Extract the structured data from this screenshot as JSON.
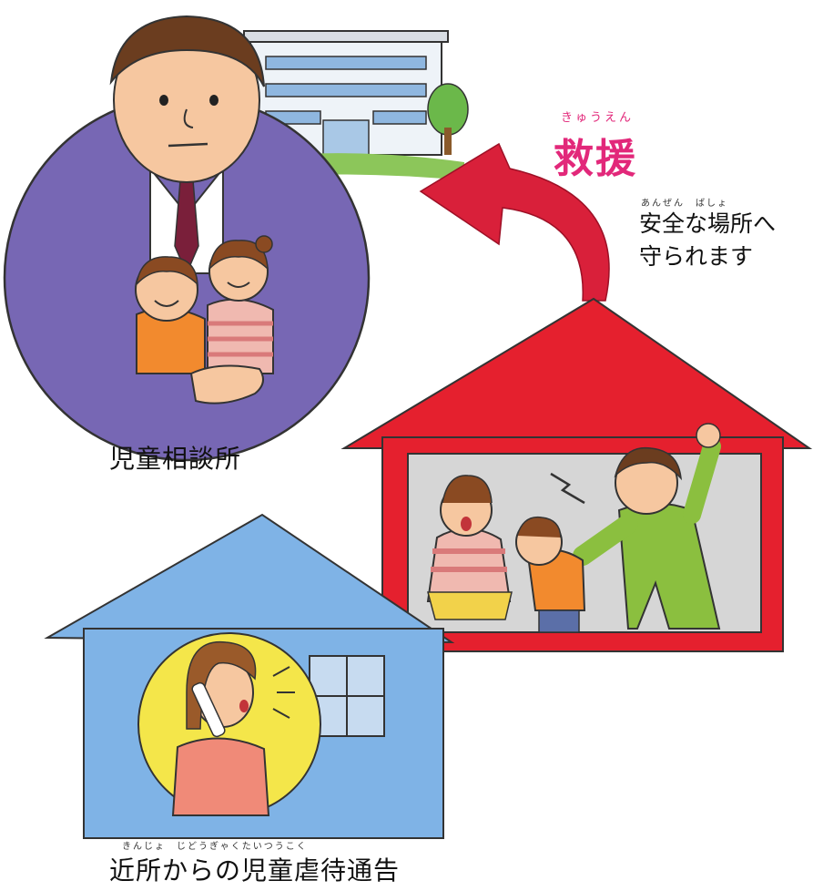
{
  "rescue": {
    "ruby": "きゅうえん",
    "title": "救援"
  },
  "safe_place": {
    "line1": "安全な場所へ",
    "line2": "守られます",
    "ruby": "あんぜん　ばしょ"
  },
  "consultation_center": {
    "caption": "児童相談所"
  },
  "report": {
    "caption": "近所からの児童虐待通告",
    "ruby": "きんじょ　じどうぎゃくたいつうこく"
  },
  "colors": {
    "rescue_accent": "#e2287a",
    "arrow_red": "#d9203a",
    "roof_red": "#e5202e",
    "house_blue": "#7fb3e6",
    "suit_purple": "#7a6bb5",
    "circle_yellow": "#f4e64a"
  }
}
